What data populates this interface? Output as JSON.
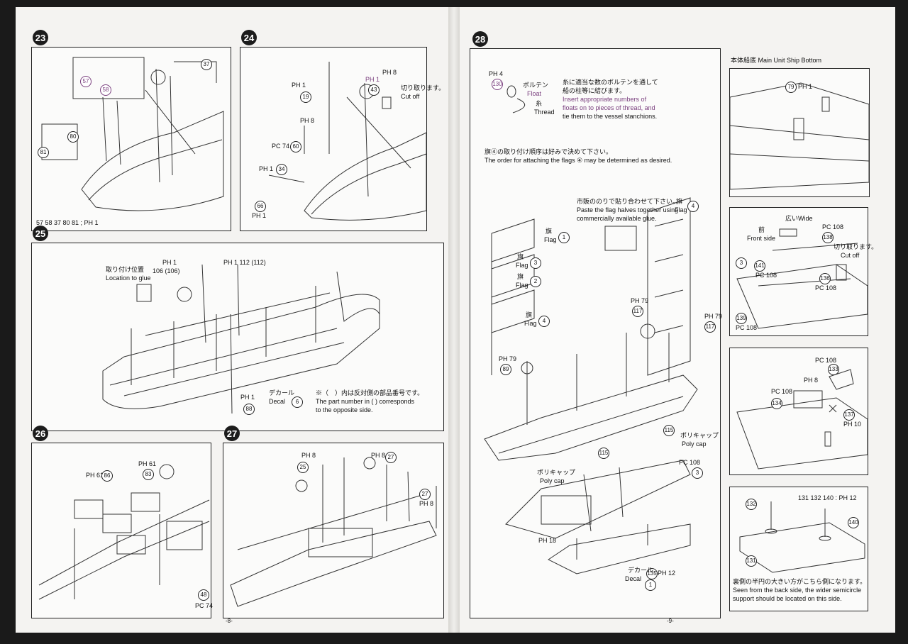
{
  "page_left": {
    "number": "-8-"
  },
  "page_right": {
    "number": "-9-"
  },
  "steps": {
    "s23": {
      "num": "23",
      "legend": "57 58 37 80 81 ; PH 1",
      "parts": [
        "57",
        "58",
        "37",
        "80",
        "81"
      ]
    },
    "s24": {
      "num": "24",
      "cut_jp": "切り取ります。",
      "cut_en": "Cut off",
      "parts": [
        "19",
        "43",
        "60",
        "34",
        "66"
      ],
      "codes": [
        "PH 1",
        "PH 1",
        "PH 8",
        "PH 8",
        "PC 74",
        "PH 1",
        "PH 1"
      ]
    },
    "s25": {
      "num": "25",
      "loc_jp": "取り付け位置",
      "loc_en": "Location to glue",
      "parts_top": "PH 1  112 (112)",
      "parts_loc": "106 (106)",
      "decal_jp": "デカール",
      "decal_en": "Decal",
      "decal_num": "6",
      "note_jp": "※（　）内は反対側の部品番号です。",
      "note_en1": "The part number in (   ) corresponds",
      "note_en2": "to the opposite side.",
      "part_88": "88",
      "code_88": "PH 1",
      "code_loc": "PH 1"
    },
    "s26": {
      "num": "26",
      "parts": [
        "86",
        "83",
        "48"
      ],
      "codes": [
        "PH 61",
        "PH 61",
        "PC 74"
      ]
    },
    "s27": {
      "num": "27",
      "parts": [
        "25",
        "27",
        "27"
      ],
      "codes": [
        "PH 8",
        "PH 8",
        "PH 8"
      ]
    },
    "s28": {
      "num": "28",
      "float_code": "PH 4",
      "float_part": "130",
      "float_jp": "ボルテン",
      "float_en": "Float",
      "thread_jp": "糸",
      "thread_en": "Thread",
      "float_inst_jp1": "糸に適当な数のボルテンを通して",
      "float_inst_jp2": "船の柱等に結びます。",
      "float_inst_en1": "Insert appropriate numbers of",
      "float_inst_en2": "floats on to pieces of thread, and",
      "float_inst_en3": "tie them to the vessel stanchions.",
      "order_jp": "旗④の取り付け順序は好みで決めて下さい。",
      "order_en": "The order for attaching the flags ④ may be determined as desired.",
      "glue_jp": "市販ののりで貼り合わせて下さい。",
      "glue_en1": "Paste the flag halves together using",
      "glue_en2": "commercially available glue.",
      "flag_jp": "旗",
      "flag_en": "Flag",
      "flag_nums": [
        "1",
        "3",
        "2",
        "4",
        "4"
      ],
      "parts": [
        "117",
        "117",
        "89",
        "115",
        "115",
        "3",
        "135"
      ],
      "codes": [
        "PH 79",
        "PH 79",
        "PH 79",
        "PH 18",
        "PH 12",
        "PC 108"
      ],
      "polycap_jp": "ポリキャップ",
      "polycap_en": "Poly cap",
      "decal_jp": "デカール",
      "decal_en": "Decal",
      "decal_num": "1"
    },
    "bottom": {
      "title": "本体船底 Main Unit Ship Bottom",
      "part": "79",
      "code": "PH 1"
    },
    "detail2": {
      "wide_jp": "広い",
      "wide_en": "Wide",
      "front_jp": "前",
      "front_en": "Front side",
      "cut_jp": "切り取ります。",
      "cut_en": "Cut off",
      "parts": [
        "138",
        "141",
        "136",
        "139",
        "3"
      ],
      "codes": [
        "PC 108",
        "PC 108",
        "PC 108",
        "PC 108"
      ]
    },
    "detail3": {
      "parts": [
        "133",
        "134",
        "137"
      ],
      "codes": [
        "PC 108",
        "PH 8",
        "PC 108",
        "PH 10"
      ]
    },
    "detail4": {
      "parts": [
        "132",
        "131",
        "140"
      ],
      "code_line": "131 132 140 : PH 12",
      "note_jp": "裏側の半円の大きい方がこちら側になります。",
      "note_en1": "Seen from the back side, the wider semicircle",
      "note_en2": "support should be located on this side."
    }
  }
}
